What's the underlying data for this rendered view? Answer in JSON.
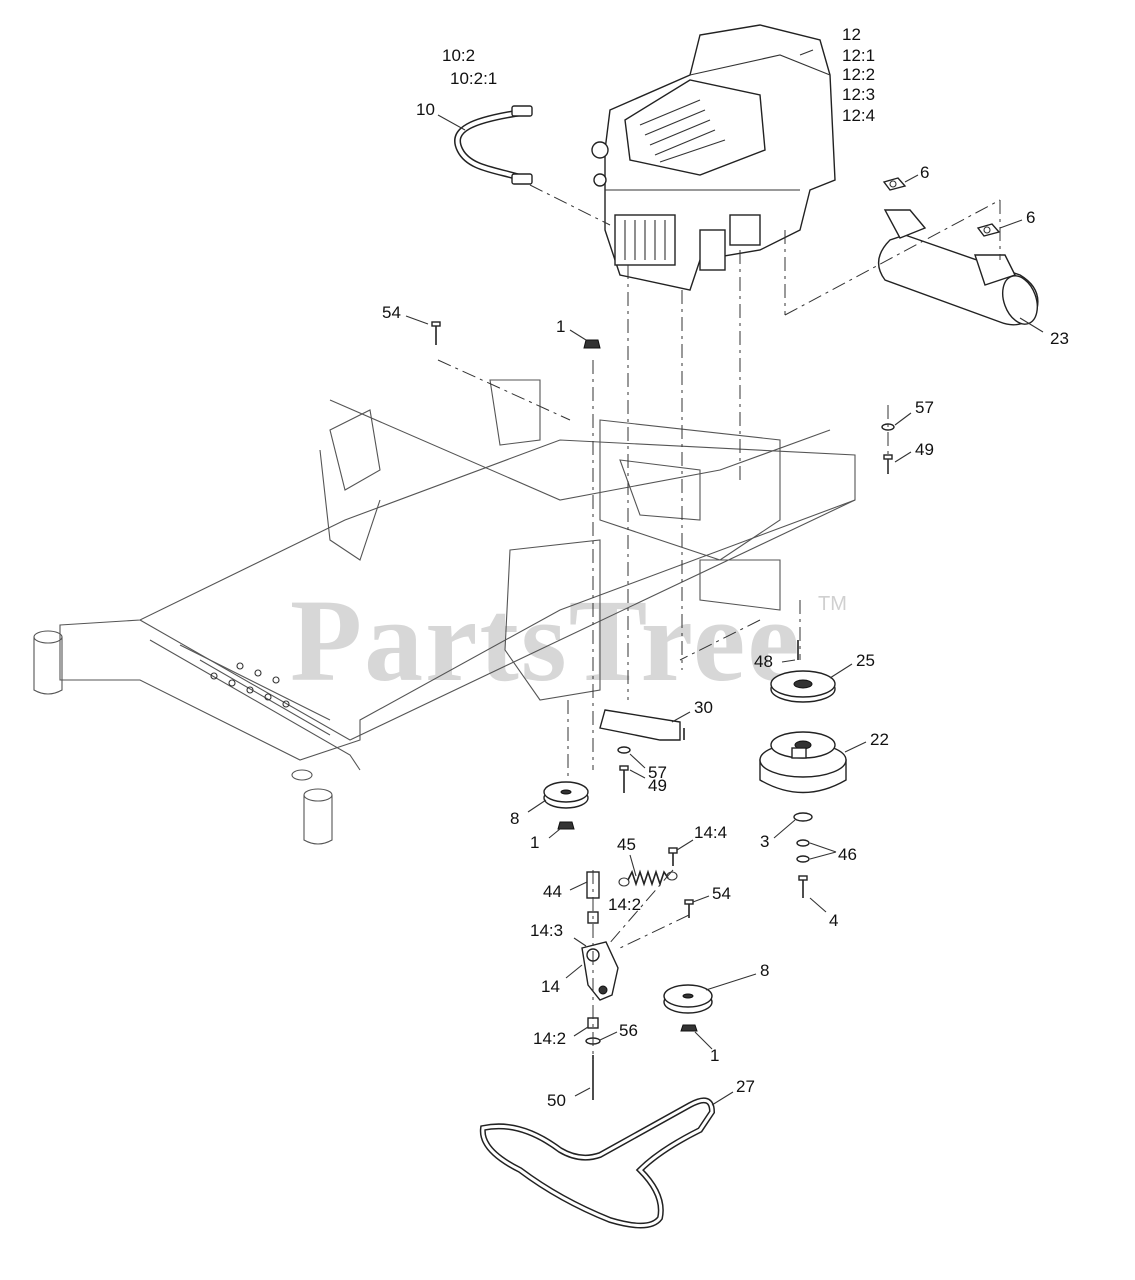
{
  "watermark": {
    "text": "PartsTree",
    "trademark": "TM"
  },
  "callouts": {
    "c10_2": "10:2",
    "c10_2_1": "10:2:1",
    "c10": "10",
    "c12": "12",
    "c12_1": "12:1",
    "c12_2": "12:2",
    "c12_3": "12:3",
    "c12_4": "12:4",
    "c6a": "6",
    "c6b": "6",
    "c23": "23",
    "c54a": "54",
    "c1a": "1",
    "c57a": "57",
    "c49a": "49",
    "c48": "48",
    "c25": "25",
    "c30": "30",
    "c22": "22",
    "c57b": "57",
    "c49b": "49",
    "c8a": "8",
    "c1b": "1",
    "c3": "3",
    "c46": "46",
    "c45": "45",
    "c14_4": "14:4",
    "c44": "44",
    "c14_2a": "14:2",
    "c54b": "54",
    "c4": "4",
    "c14_3": "14:3",
    "c14": "14",
    "c8b": "8",
    "c14_2b": "14:2",
    "c56": "56",
    "c1c": "1",
    "c27": "27",
    "c50": "50"
  }
}
